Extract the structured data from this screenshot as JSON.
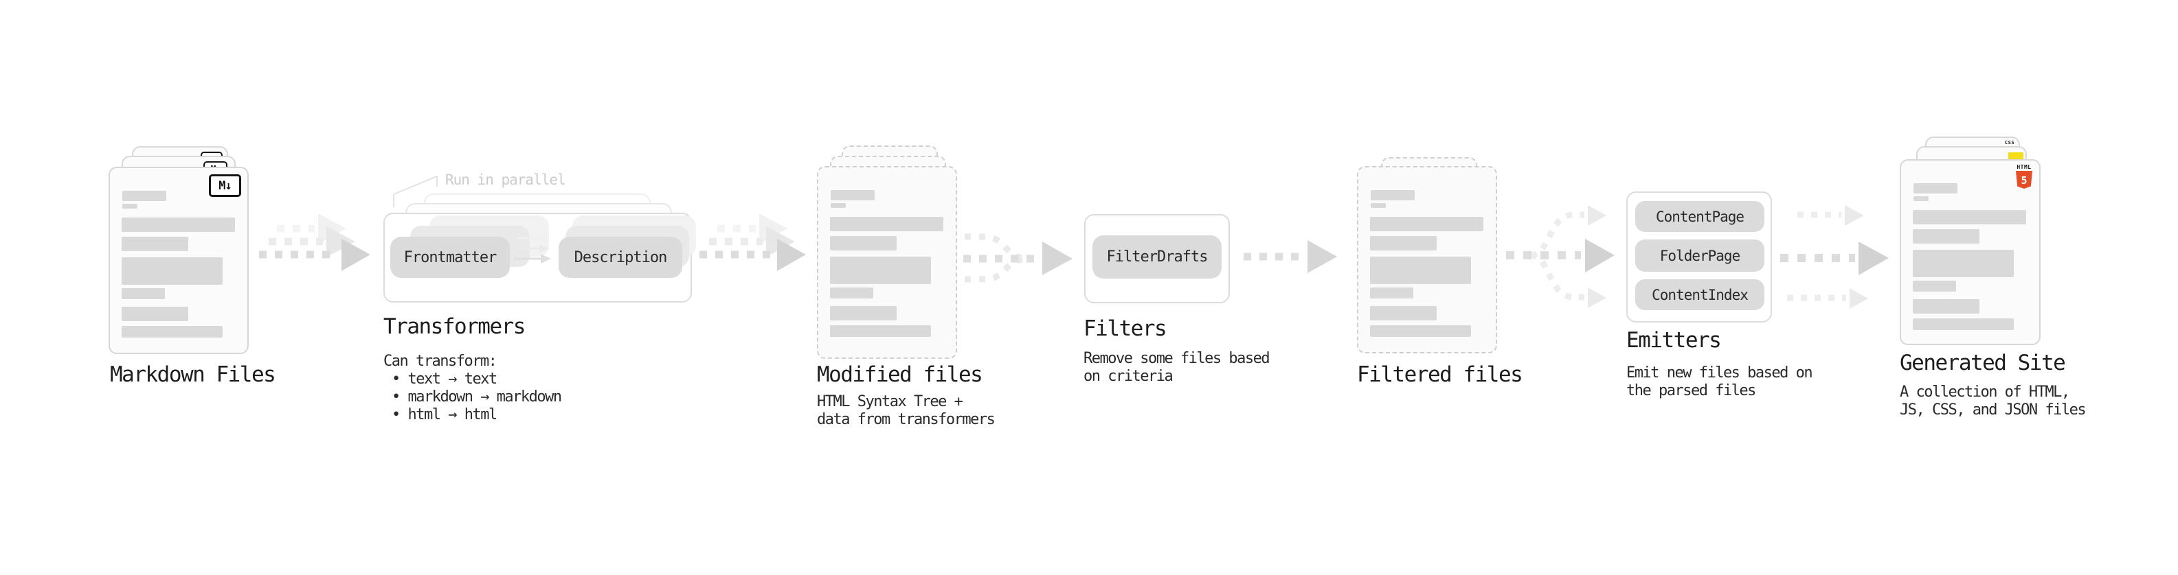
{
  "diagram": {
    "kind": "static-site-generation pipeline"
  },
  "stages": [
    {
      "label": "Markdown Files",
      "icon": "markdown-icon",
      "icon_text": "M↓"
    },
    {
      "label": "Transformers",
      "callout": "Run in parallel",
      "plugins": [
        "Frontmatter",
        "Description"
      ],
      "description_lines": [
        "Can transform:",
        "• text → text",
        "• markdown → markdown",
        "• html → html"
      ]
    },
    {
      "label": "Modified files",
      "description_lines": [
        "HTML Syntax Tree +",
        "data from transformers"
      ]
    },
    {
      "label": "Filters",
      "plugins": [
        "FilterDrafts"
      ],
      "description_lines": [
        "Remove some files based",
        "on criteria"
      ]
    },
    {
      "label": "Filtered files"
    },
    {
      "label": "Emitters",
      "plugins": [
        "ContentPage",
        "FolderPage",
        "ContentIndex"
      ],
      "description_lines": [
        "Emit new files based on",
        "the parsed files"
      ]
    },
    {
      "label": "Generated Site",
      "icons": {
        "css_label": "CSS",
        "html5_label": "HTML",
        "html5_digit": "5"
      },
      "description_lines": [
        "A collection of HTML,",
        "JS, CSS, and JSON files"
      ]
    }
  ],
  "colors": {
    "html5_orange": "#E44D26",
    "js_yellow": "#F5DE19",
    "css_blue": "#2062AF",
    "ink": "#1D1D1D",
    "muted_callout": "#CBCBCB",
    "pill_gray": "#DBDBDB",
    "skeleton_gray": "#D9D9D9"
  }
}
